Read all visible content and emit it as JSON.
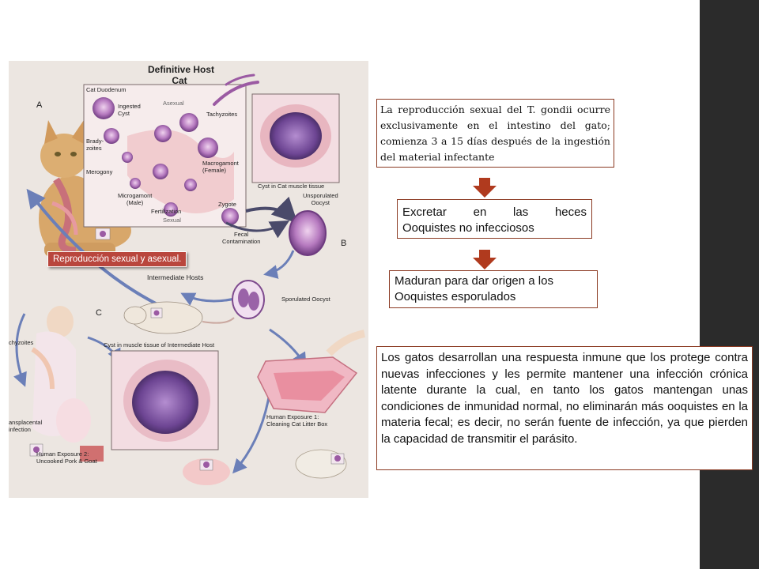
{
  "figure": {
    "title_line1": "Definitive Host",
    "title_line2": "Cat",
    "labels": {
      "a": "A",
      "b": "B",
      "c": "C",
      "cat_duodenum": "Cat Duodenum",
      "ingested_cyst": "Ingested\nCyst",
      "asexual": "Asexual",
      "tachyzoites_top": "Tachyzoites",
      "bradyzoites": "Brady-\nzoites",
      "merogony": "Merogony",
      "macrogamont": "Macrogamont\n(Female)",
      "microgamont": "Microgamont\n(Male)",
      "fertilization": "Fertilization",
      "zygote": "Zygote",
      "sexual": "Sexual",
      "cyst_cat_muscle": "Cyst in Cat muscle tissue",
      "unsporulated": "Unsporulated\nOocyst",
      "fecal": "Fecal\nContamination",
      "intermediate_hosts": "Intermediate Hosts",
      "sporulated": "Sporulated Oocyst",
      "tachyzoites_left": "chyzoites",
      "cyst_intermediate": "Cyst in muscle tissue of Intermediate Host",
      "transplacental": "ansplacental\ninfection",
      "exposure1": "Human Exposure 1:\nCleaning Cat Litter Box",
      "exposure2": "Human Exposure 2:\nUncooked Pork & Goat"
    },
    "tag": "Reproducción  sexual y asexual."
  },
  "boxes": {
    "b1": "La reproducción sexual del T. gondii ocurre exclusivamente en el  intestino del gato; comienza 3 a 15 días después de la ingestión del  material infectante",
    "b2_line1": "Excretar  en  las  heces",
    "b2_line2": "Ooquistes no infecciosos",
    "b3_line1": "Maduran para dar origen a los",
    "b3_line2": "Ooquistes esporulados",
    "b4": "Los gatos desarrollan una respuesta inmune que los protege contra nuevas infecciones y les permite mantener una infección crónica latente durante la cual, en tanto los gatos mantengan unas condiciones de inmunidad normal, no eliminarán más ooquistes en la materia fecal; es decir, no serán fuente de infección, ya que pierden la capacidad de transmitir el parásito."
  },
  "colors": {
    "border": "#8b3a22",
    "arrow": "#b03a1e",
    "tag": "#b9463d",
    "sidebar": "#2b2b2b"
  }
}
